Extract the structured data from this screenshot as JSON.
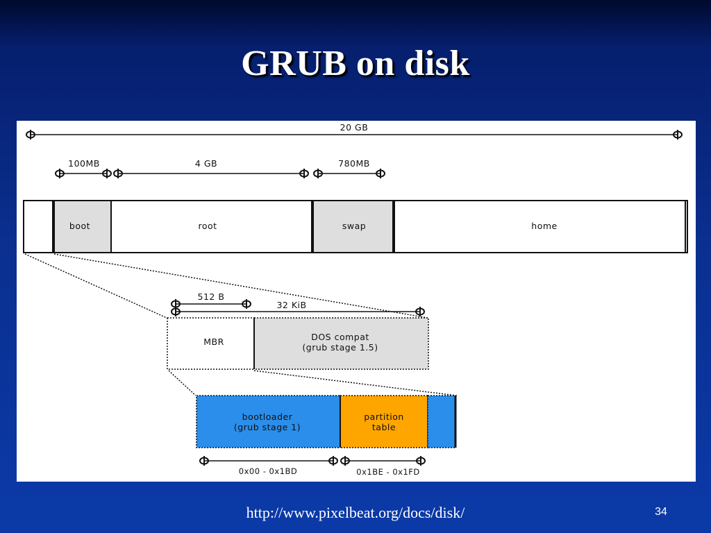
{
  "slide": {
    "title": "GRUB on disk",
    "footer_url": "http://www.pixelbeat.org/docs/disk/",
    "page_number": "34"
  },
  "colors": {
    "panel_background": "#ffffff",
    "partition_gray": "#dedede",
    "bootloader_blue": "#2b8eea",
    "partition_table_orange": "#ffa500",
    "title_text": "#ffffff"
  },
  "diagram": {
    "disk_size_label": "20 GB",
    "size_labels": {
      "boot": "100MB",
      "root": "4 GB",
      "swap": "780MB"
    },
    "partitions": {
      "boot": "boot",
      "root": "root",
      "swap": "swap",
      "home": "home"
    },
    "boot_area": {
      "mbr_size_label": "512 B",
      "compat_size_label": "32 KiB",
      "mbr_label": "MBR",
      "dos_compat_line1": "DOS compat",
      "dos_compat_line2": "(grub stage 1.5)"
    },
    "mbr_detail": {
      "bootloader_line1": "bootloader",
      "bootloader_line2": "(grub stage 1)",
      "partition_table_line1": "partition",
      "partition_table_line2": "table",
      "bootloader_range": "0x00 - 0x1BD",
      "partition_table_range": "0x1BE - 0x1FD"
    }
  }
}
